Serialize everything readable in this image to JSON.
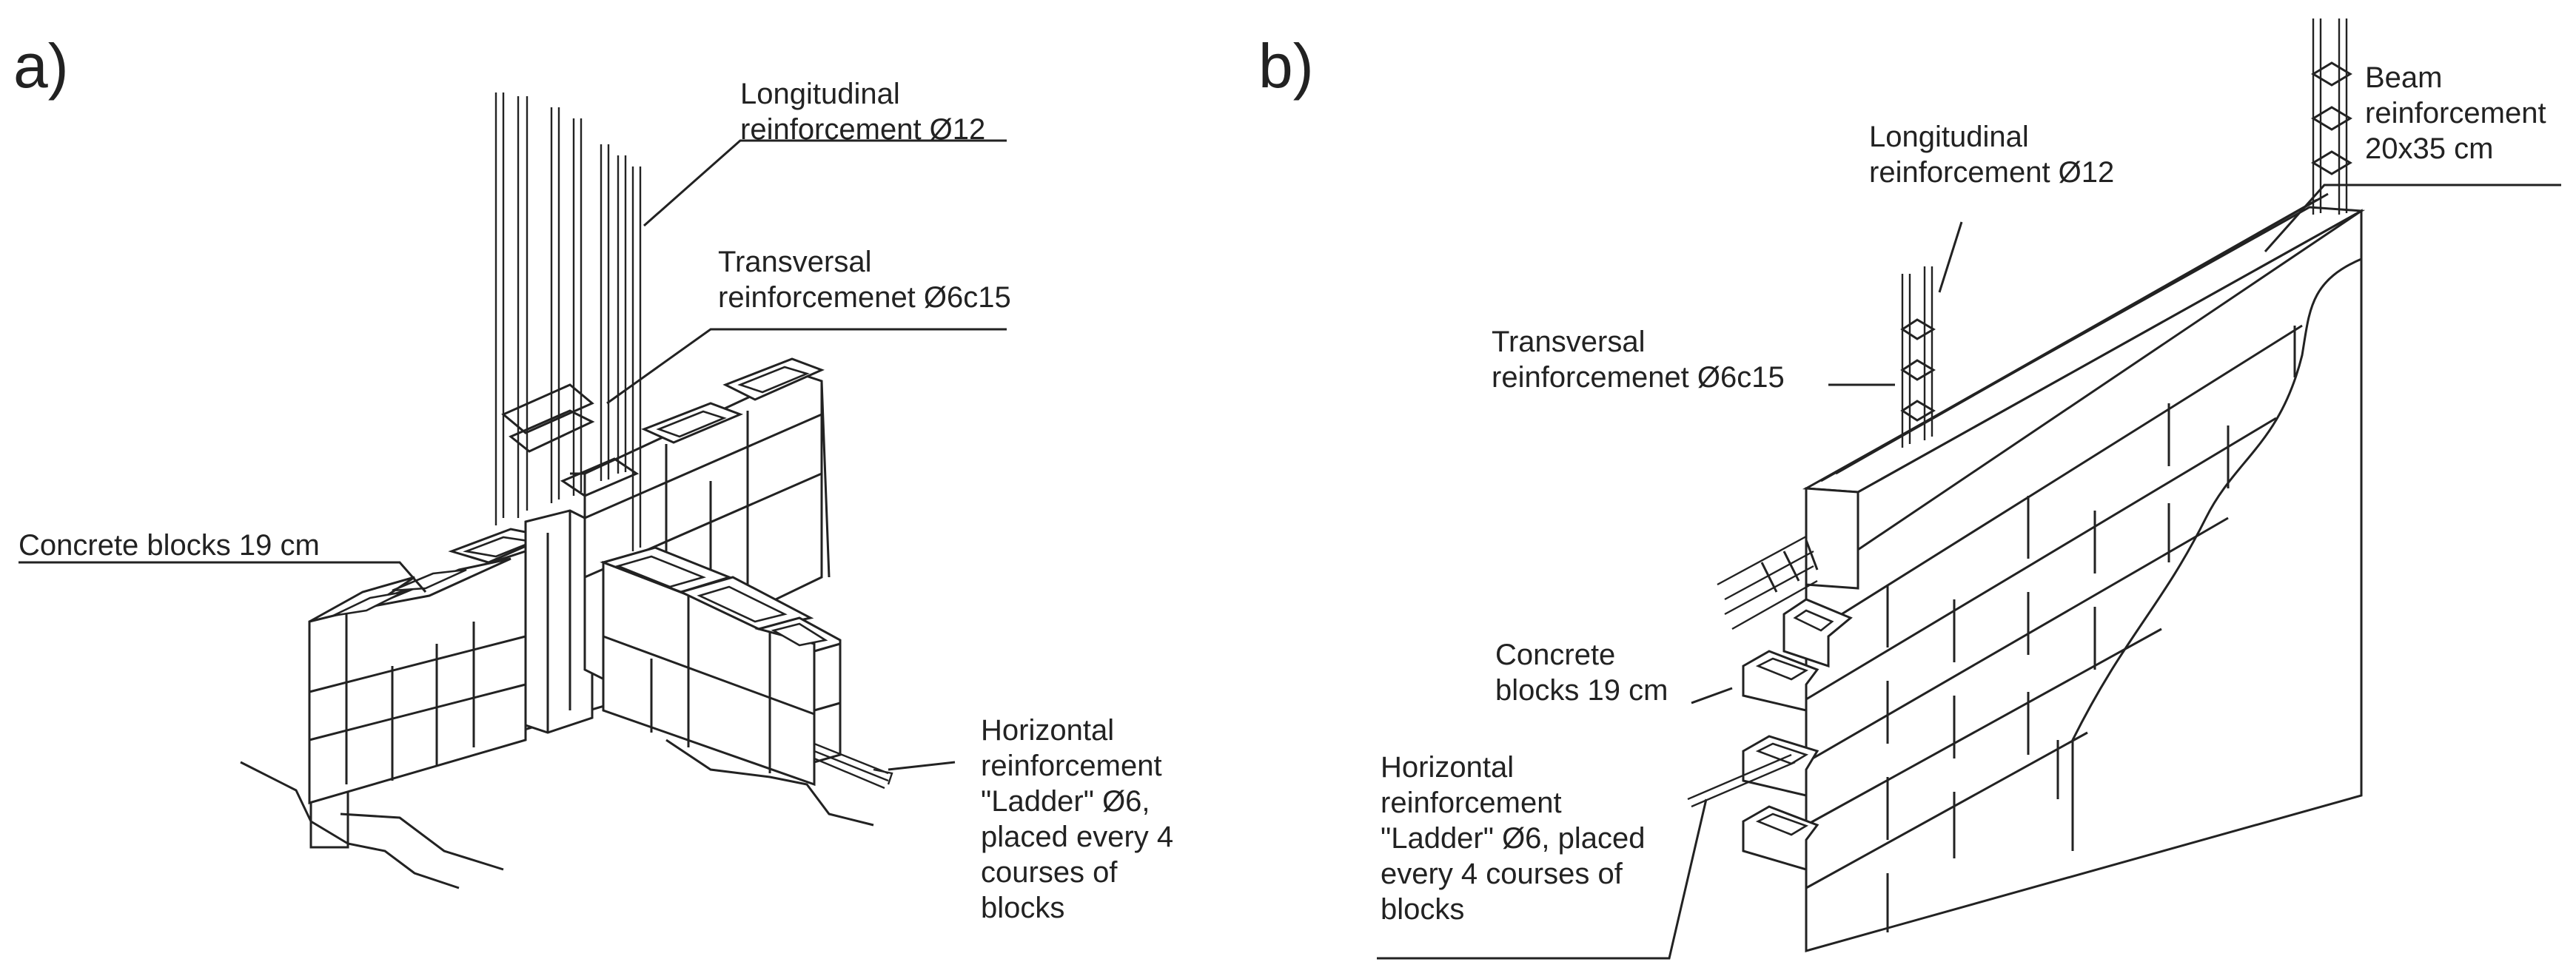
{
  "panels": {
    "a": {
      "label": "a)",
      "callouts": {
        "longitudinal": [
          "Longitudinal",
          "reinforcement Ø12"
        ],
        "transversal": [
          "Transversal",
          "reinforcemenet Ø6c15"
        ],
        "blocks": [
          "Concrete blocks 19 cm"
        ],
        "horizontal": [
          "Horizontal",
          "reinforcement",
          "\"Ladder\" Ø6,",
          "placed every 4",
          "courses of",
          "blocks"
        ]
      }
    },
    "b": {
      "label": "b)",
      "callouts": {
        "beam": [
          "Beam",
          "reinforcement",
          "20x35 cm"
        ],
        "longitudinal": [
          "Longitudinal",
          "reinforcement Ø12"
        ],
        "transversal": [
          "Transversal",
          "reinforcemenet Ø6c15"
        ],
        "blocks": [
          "Concrete",
          "blocks 19 cm"
        ],
        "horizontal": [
          "Horizontal",
          "reinforcement",
          "\"Ladder\" Ø6, placed",
          "every 4 courses of",
          "blocks"
        ]
      }
    }
  },
  "colors": {
    "line": "#222222",
    "background": "#ffffff"
  }
}
